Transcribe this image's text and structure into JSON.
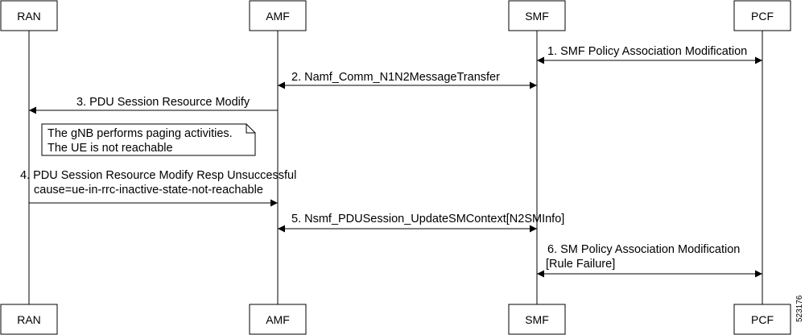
{
  "participants": [
    "RAN",
    "AMF",
    "SMF",
    "PCF"
  ],
  "messages": [
    {
      "lines": [
        "1. SMF Policy Association Modification"
      ]
    },
    {
      "lines": [
        "2. Namf_Comm_N1N2MessageTransfer"
      ]
    },
    {
      "lines": [
        "3. PDU Session Resource Modify"
      ]
    },
    {
      "lines": [
        "4. PDU Session Resource Modify Resp Unsuccessful",
        "cause=ue-in-rrc-inactive-state-not-reachable"
      ]
    },
    {
      "lines": [
        "5. Nsmf_PDUSession_UpdateSMContext[N2SMInfo]"
      ]
    },
    {
      "lines": [
        "6. SM Policy Association Modification",
        "[Rule Failure]"
      ]
    }
  ],
  "note": {
    "lines": [
      "The gNB performs paging activities.",
      "The UE is not reachable"
    ]
  },
  "figure_id": "523176"
}
